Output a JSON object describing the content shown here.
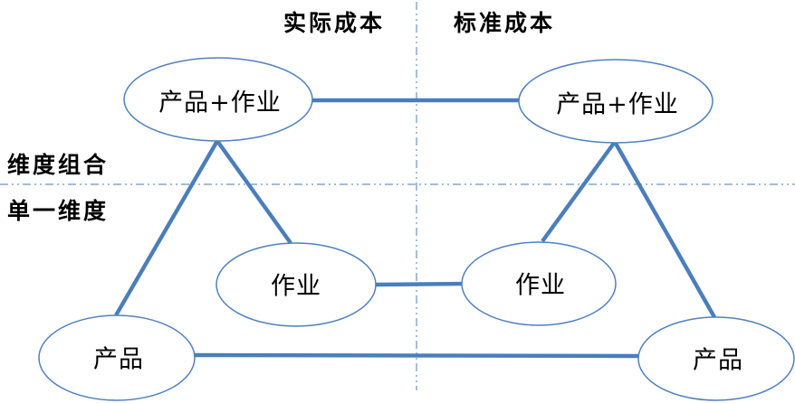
{
  "colors": {
    "accent": "#4f81bd",
    "edge": "#4a7ebb",
    "text": "#000000",
    "bg": "#ffffff"
  },
  "headers": {
    "actual": "实际成本",
    "standard": "标准成本"
  },
  "rows": {
    "combined": "维度组合",
    "single": "单一维度"
  },
  "nodes": {
    "actual_product_activity": "产品+作业",
    "standard_product_activity": "产品+作业",
    "actual_activity": "作业",
    "standard_activity": "作业",
    "actual_product": "产品",
    "standard_product": "产品"
  }
}
